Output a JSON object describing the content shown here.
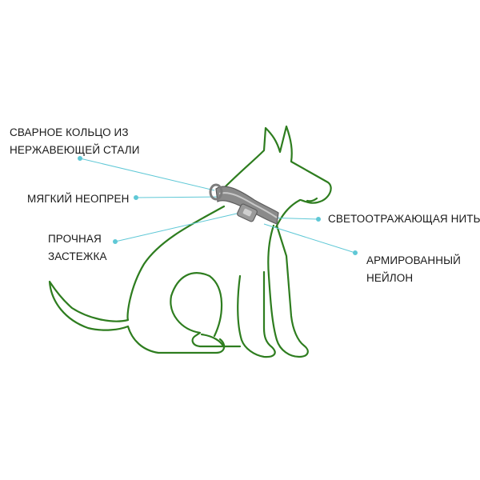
{
  "colors": {
    "outline": "#2e7d1f",
    "leader": "#5fc8d6",
    "collar": "#7c7c7c",
    "collar_light": "#a9a9a9",
    "text": "#1a1a1a"
  },
  "callouts": {
    "ring": {
      "line1": "СВАРНОЕ КОЛЬЦО ИЗ",
      "line2": "НЕРЖАВЕЮЩЕЙ СТАЛИ"
    },
    "neoprene": {
      "line1": "МЯГКИЙ НЕОПРЕН"
    },
    "buckle": {
      "line1": "ПРОЧНАЯ",
      "line2": "ЗАСТЕЖКА"
    },
    "reflective": {
      "line1": "СВЕТООТРАЖАЮЩАЯ НИТЬ"
    },
    "nylon": {
      "line1": "АРМИРОВАННЫЙ",
      "line2": "НЕЙЛОН"
    }
  }
}
